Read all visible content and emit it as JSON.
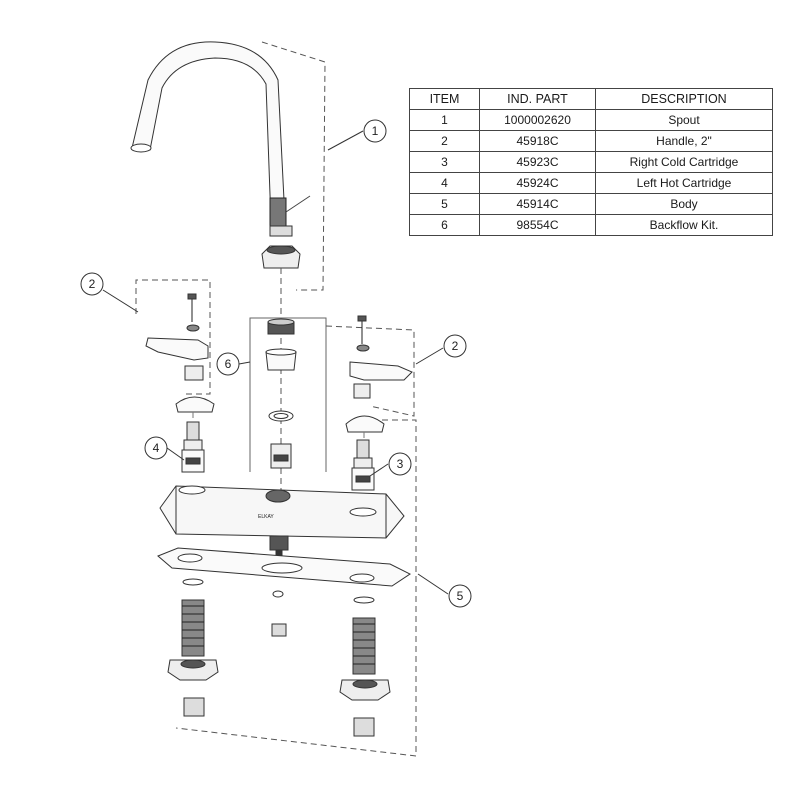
{
  "table": {
    "headers": [
      "ITEM",
      "IND. PART",
      "DESCRIPTION"
    ],
    "rows": [
      {
        "item": "1",
        "part": "1000002620",
        "description": "Spout"
      },
      {
        "item": "2",
        "part": "45918C",
        "description": "Handle, 2\""
      },
      {
        "item": "3",
        "part": "45923C",
        "description": "Right Cold Cartridge"
      },
      {
        "item": "4",
        "part": "45924C",
        "description": "Left Hot Cartridge"
      },
      {
        "item": "5",
        "part": "45914C",
        "description": "Body"
      },
      {
        "item": "6",
        "part": "98554C",
        "description": "Backflow Kit."
      }
    ]
  },
  "callouts": {
    "spout": "1",
    "handle_left": "2",
    "handle_right": "2",
    "cold_cartridge": "3",
    "hot_cartridge": "4",
    "body": "5",
    "backflow_kit": "6"
  },
  "body_brand": "ELKAY"
}
